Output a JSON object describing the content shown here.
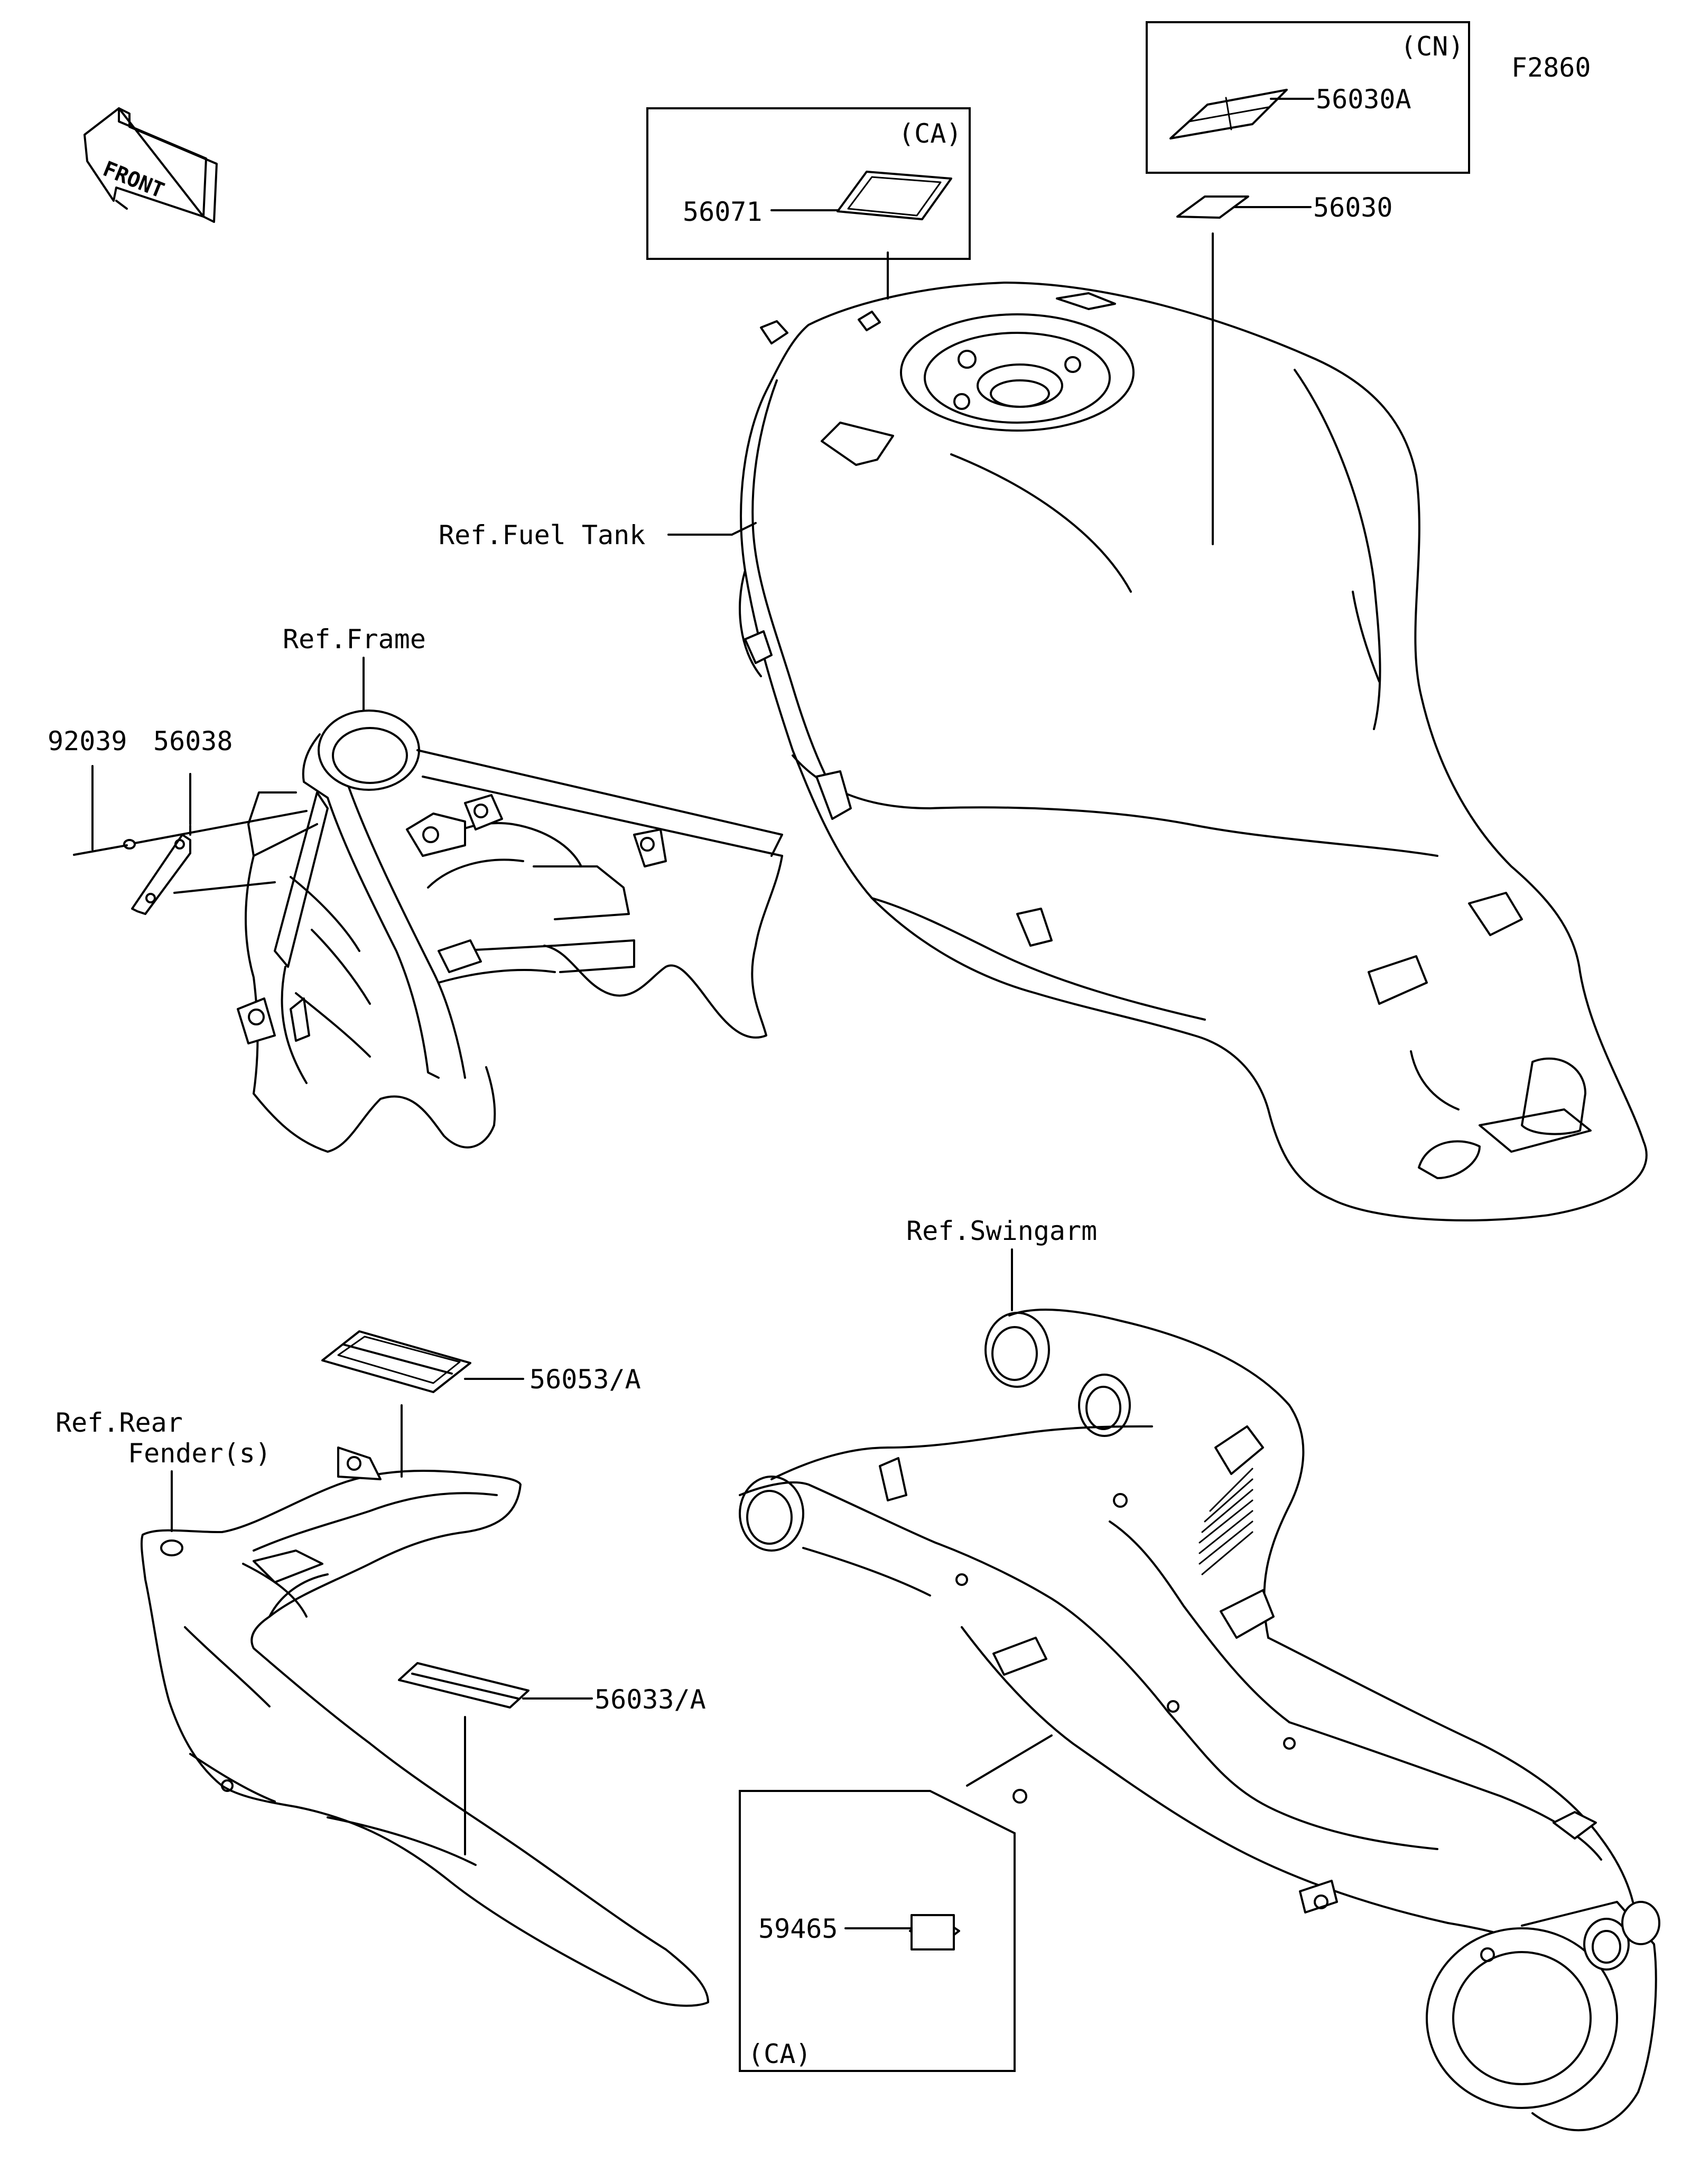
{
  "figure_code": "F2860",
  "front_label": "FRONT",
  "box_labels": {
    "ca_tank": "(CA)",
    "cn": "(CN)",
    "ca_swingarm": "(CA)"
  },
  "part_numbers": {
    "p56030A": "56030A",
    "p56030": "56030",
    "p56071": "56071",
    "p56038": "56038",
    "p92039": "92039",
    "p56053": "56053/A",
    "p56033": "56033/A",
    "p59465": "59465"
  },
  "refs": {
    "fuel_tank": "Ref.Fuel Tank",
    "frame": "Ref.Frame",
    "swingarm": "Ref.Swingarm",
    "rear_fender_line1": "Ref.Rear",
    "rear_fender_line2": "Fender(s)"
  },
  "colors": {
    "line": "#000000",
    "background": "#ffffff"
  }
}
